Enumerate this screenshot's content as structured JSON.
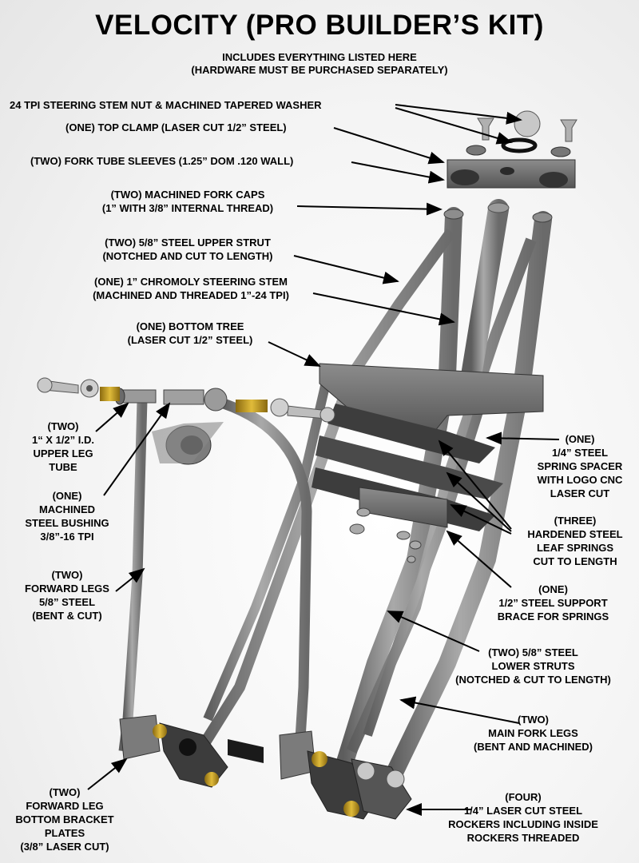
{
  "title": "VELOCITY (PRO BUILDER’S KIT)",
  "subtitle_line1": "INCLUDES EVERYTHING LISTED HERE",
  "subtitle_line2": "(HARDWARE MUST BE PURCHASED SEPARATELY)",
  "labels": {
    "stem_nut": "24 TPI STEERING STEM NUT & MACHINED TAPERED WASHER",
    "top_clamp": "(ONE) TOP CLAMP (LASER CUT 1/2” STEEL)",
    "sleeves": "(TWO) FORK TUBE SLEEVES (1.25” DOM .120 WALL)",
    "fork_caps": "(TWO) MACHINED FORK CAPS\n(1” WITH 3/8” INTERNAL THREAD)",
    "upper_strut": "(TWO) 5/8” STEEL UPPER STRUT\n(NOTCHED AND CUT TO LENGTH)",
    "steering_stem": "(ONE) 1” CHROMOLY STEERING STEM\n(MACHINED AND THREADED 1”-24 TPI)",
    "bottom_tree": "(ONE) BOTTOM TREE\n(LASER CUT 1/2” STEEL)",
    "upper_leg_tube": "(TWO)\n1“ X 1/2” I.D.\nUPPER LEG\nTUBE",
    "bushing": "(ONE)\nMACHINED\nSTEEL BUSHING\n3/8”-16 TPI",
    "forward_legs": "(TWO)\nFORWARD LEGS\n5/8” STEEL\n(BENT & CUT)",
    "bracket_plates": "(TWO)\nFORWARD LEG\nBOTTOM BRACKET\nPLATES\n(3/8” LASER CUT)",
    "spring_spacer": "(ONE)\n1/4” STEEL\nSPRING SPACER\nWITH LOGO CNC\nLASER CUT",
    "leaf_springs": "(THREE)\nHARDENED STEEL\nLEAF SPRINGS\nCUT TO LENGTH",
    "support_brace": "(ONE)\n1/2” STEEL SUPPORT\nBRACE FOR SPRINGS",
    "lower_struts": "(TWO) 5/8” STEEL\nLOWER STRUTS\n(NOTCHED & CUT TO LENGTH)",
    "main_fork_legs": "(TWO)\nMAIN FORK LEGS\n(BENT AND MACHINED)",
    "rockers": "(FOUR)\n1/4” LASER CUT STEEL\nROCKERS INCLUDING INSIDE\nROCKERS THREADED"
  },
  "colors": {
    "steel_dark": "#6b6b6b",
    "steel_mid": "#8e8e8e",
    "steel_light": "#b5b5b5",
    "brass": "#c9a227",
    "black": "#111111"
  }
}
